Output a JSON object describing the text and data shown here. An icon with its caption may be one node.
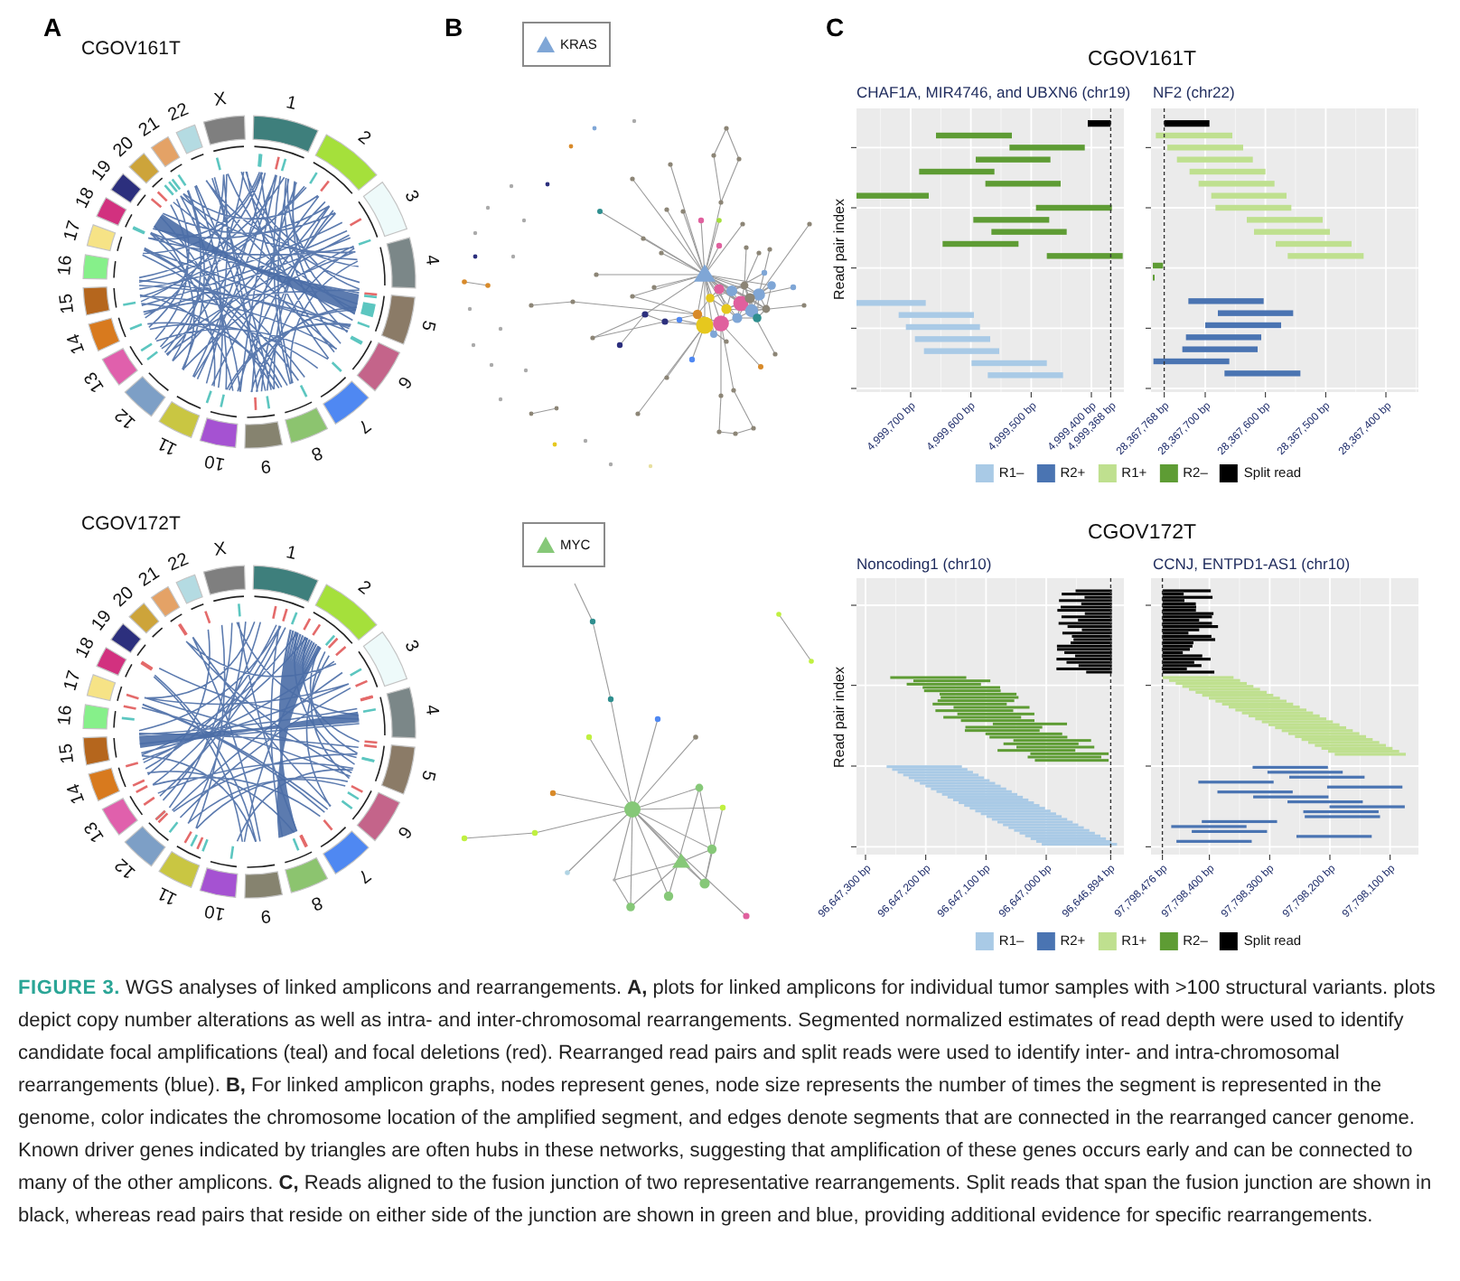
{
  "diagram": {
    "caption": "**FIGURE 3.** WGS analyses of linked amplicons and rearrangements. **A,** plots for linked amplicons for individual tumor samples with >100 structural variants. plots depict copy number alterations as well as intra- and inter-chromosomal rearrangements. Segmented normalized estimates of read depth were used to identify candidate focal amplifications (teal) and focal deletions (red). Rearranged read pairs and split reads were used to identify inter- and intra-chromosomal rearrangements (blue). **B,** For linked amplicon graphs, nodes represent genes, node size represents the number of times the segment is represented in the genome, color indicates the chromosome location of the amplified segment, and edges denote segments that are connected in the rearranged cancer genome. Known driver genes indicated by triangles are often hubs in these networks, suggesting that amplification of these genes occurs early and can be connected to many of the other amplicons. **C,** Reads aligned to the fusion junction of two representative rearrangements. Split reads that span the fusion junction are shown in black, whereas read pairs that reside on either side of the junction are shown in green and blue, providing additional evidence for specific rearrangements.",
    "labels": [
      "A",
      "CGOV161T",
      "1",
      "2",
      "3",
      "4",
      "5",
      "6",
      "7",
      "11",
      "10",
      "9",
      "8",
      "12",
      "13",
      "14",
      "15",
      "16",
      "17",
      "18",
      "19",
      "20",
      "21",
      "22",
      "X",
      "B",
      "C",
      "CGOV161T",
      "CHAF1A, MIR4746, and UBXN6 (chr19)",
      "NF2 (chr22)",
      "Read pair index",
      "4,999,700 bp",
      "4,999,600 bp",
      "4,999,500 bp",
      "4,999,400 bp",
      "4,999,368 bp",
      "28,367,768 bp",
      "28,367,700 bp",
      "28,367,600 bp",
      "28,367,500 bp",
      "28,367,400 bp",
      "CGOV172T",
      "1",
      "2",
      "3",
      "4",
      "5",
      "6",
      "7",
      "11",
      "10",
      "9",
      "8",
      "12",
      "13",
      "14",
      "15",
      "16",
      "17",
      "18",
      "19",
      "20",
      "21",
      "22",
      "X",
      "CGOV172T",
      "Noncoding1 (chr10)",
      "CCNJ, ENTPD1-AS1 (chr10)",
      "Read pair index",
      "96,647,300 bp",
      "96,647,200 bp",
      "96,647,100 bp",
      "96,647,000 bp",
      "96,646,894 bp",
      "97,798,476 bp",
      "97,798,400 bp",
      "97,798,300 bp",
      "97,798,200 bp",
      "97,798,100 bp"
    ],
    "legend": [
      {
        "text": "KRAS"
      },
      {
        "text": "R1–",
        "color": "#a9cae6"
      },
      {
        "text": "R2+",
        "color": "#4a74b2"
      },
      {
        "text": "R1+",
        "color": "#bfe08f"
      },
      {
        "text": "R2–",
        "color": "#5e9c34"
      },
      {
        "text": "Split read",
        "color": "#000000"
      },
      {
        "text": "MYC"
      },
      {
        "text": "R1–",
        "color": "#a9cae6"
      },
      {
        "text": "R2+",
        "color": "#4a74b2"
      },
      {
        "text": "R1+",
        "color": "#bfe08f"
      },
      {
        "text": "R2–",
        "color": "#5e9c34"
      },
      {
        "text": "Split read",
        "color": "#000000"
      }
    ]
  }
}
